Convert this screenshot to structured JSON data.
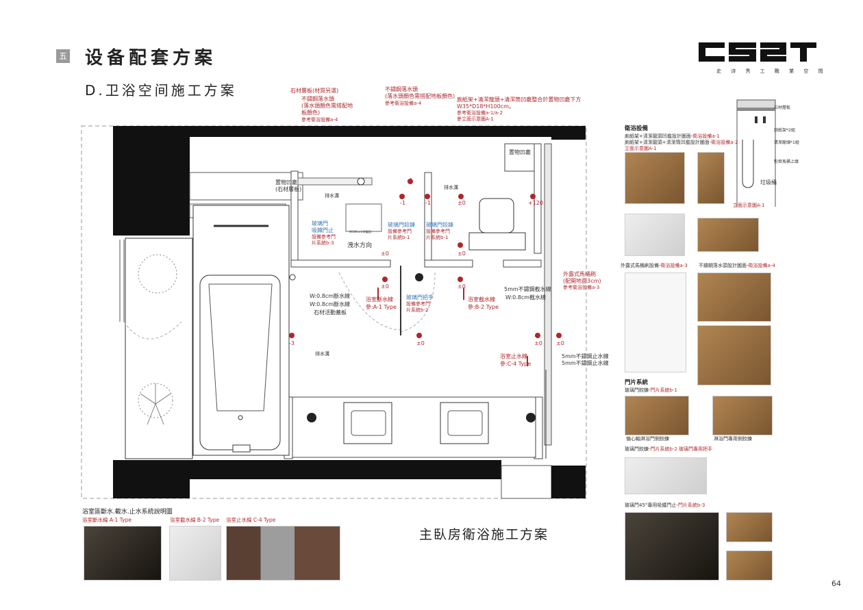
{
  "header": {
    "section_number": "五",
    "main_title": "设备配套方案",
    "sub_title": "D.卫浴空间施工方案",
    "page_number": "64"
  },
  "brand": {
    "logo_text": "CS2T",
    "tagline": "史 诗 秀 工   戰 業 空 間"
  },
  "plan": {
    "caption": "主臥房衛浴施工方案",
    "top_callouts": {
      "shelf": "石材層板(材質另選)",
      "drain_head_1": "不鏽鋼落水頭",
      "drain_head_1_note1": "(落水頭顏色需搭配地",
      "drain_head_1_note2": "板顏色)",
      "drain_head_1_ref": "參考衛浴設備a-4",
      "drain_head_2": "不鏽鋼落水頭",
      "drain_head_2_note": "(落水頭顏色需搭配地板顏色)",
      "drain_head_2_ref": "參考衛浴設備a-4",
      "niche_1": "廁紙架+清潔龍頭+清潔筒凹龕整合於置物凹龕下方",
      "niche_2": "W35*D18*H100cm。",
      "niche_ref1": "參考衛浴設備a-1/a-2",
      "niche_ref2": "參立面示意圖A-1"
    },
    "room_labels": {
      "niche_top": "置物凹龕",
      "niche_left_1": "置物凹龕",
      "niche_left_2": "(石材層板)",
      "drain_ditch_1": "排水溝",
      "drain_ditch_2": "排水溝",
      "drain_ditch_3": "排水溝",
      "spray_dir": "洩水方向",
      "inner_note": "W100cm(淨寬面)"
    },
    "levels": {
      "l1": "-4",
      "l2": "-1",
      "l3": "-1",
      "l4": "±0",
      "l5": "+120",
      "l6": "±0",
      "l7": "±0",
      "l8": "±0",
      "l9": "±0",
      "l10": "±0",
      "l11": "±0",
      "l12": "±0",
      "l13": "-3"
    },
    "door_labels": {
      "d1_a": "玻璃門",
      "d1_b": "吸鐵門止",
      "d1_ref1": "設備參考門",
      "d1_ref2": "片系統b-3",
      "d2_a": "玻璃門鉸鍊",
      "d2_ref1": "設備參考門",
      "d2_ref2": "片系統b-1",
      "d3_a": "玻璃門鉸鍊",
      "d3_ref1": "設備參考門",
      "d3_ref2": "片系統b-1",
      "d4_a": "玻璃門把手",
      "d4_ref1": "設備參考門",
      "d4_ref2": "片系統b-2"
    },
    "waterline_labels": {
      "w1": "W:0.8cm斷水線",
      "w2": "W:0.8cm斷水線",
      "stone": "石材活動蓋板",
      "cut_a": "浴室斷水線",
      "cut_a_ref": "參:A-1 Type",
      "cut_b": "浴室截水線",
      "cut_b_ref": "參:B-2 Type",
      "mm5_1": "5mm不鏽鋼截水線",
      "w3": "W:0.8cm截水線",
      "toilet_brush": "外露式馬桶刷",
      "toilet_brush_2": "(配開地面3cm)",
      "toilet_brush_ref": "參考衛浴設備a-3",
      "stop_a": "浴室止水線",
      "stop_a_ref": "參:C-4 Type",
      "mm5_2": "5mm不鏽鋼止水線",
      "mm5_3": "5mm不鏽鋼止水線"
    }
  },
  "right_panel": {
    "bath_title": "衛浴設備",
    "bath_line1": "廁紙架+清潔龍頭凹龕設計圖面-",
    "bath_line1_ref": "衛浴設備a-1",
    "bath_line2": "廁紙架+清潔龍頭+清潔筒凹龕設計圖面-",
    "bath_line2_ref": "衛浴設備a-2",
    "bath_line3": "立面示意圖A-1",
    "elev_caption": "立面示意圖A-1",
    "elev_labels": [
      "石材層板",
      "廁紙架*2組",
      "清潔龍頭*1組",
      "對齊馬桶上緣",
      "垃圾桶"
    ],
    "brush_caption": "外露式馬桶刷設備-",
    "brush_ref": "衛浴設備a-3",
    "drain_caption": "不鏽鋼落水頭設計圖面-",
    "drain_ref": "衛浴設備a-4",
    "door_title": "門片系統",
    "hinge_caption": "玻璃門鉸鍊-",
    "hinge_ref": "門片系統b-1",
    "hinge_photo1": "偏心軸淋浴門側鉸鍊",
    "hinge_photo2": "淋浴門專用側鉸鍊",
    "handle_caption": "玻璃門鉸鍊-",
    "handle_ref": "門片系統b-2 玻璃門專用把手",
    "magnet_caption": "玻璃門45°專用吸鐵門止-",
    "magnet_ref": "門片系統b-3"
  },
  "legend": {
    "title": "浴室區斷水.截水.止水系統說明圖",
    "type_a": "浴室斷水線  A-1 Type",
    "type_b": "浴室截水線  B-2 Type",
    "type_c": "浴室止水線  C-4 Type"
  },
  "colors": {
    "accent_red": "#b0262b",
    "accent_blue": "#3a77b8",
    "wall": "#111111"
  }
}
